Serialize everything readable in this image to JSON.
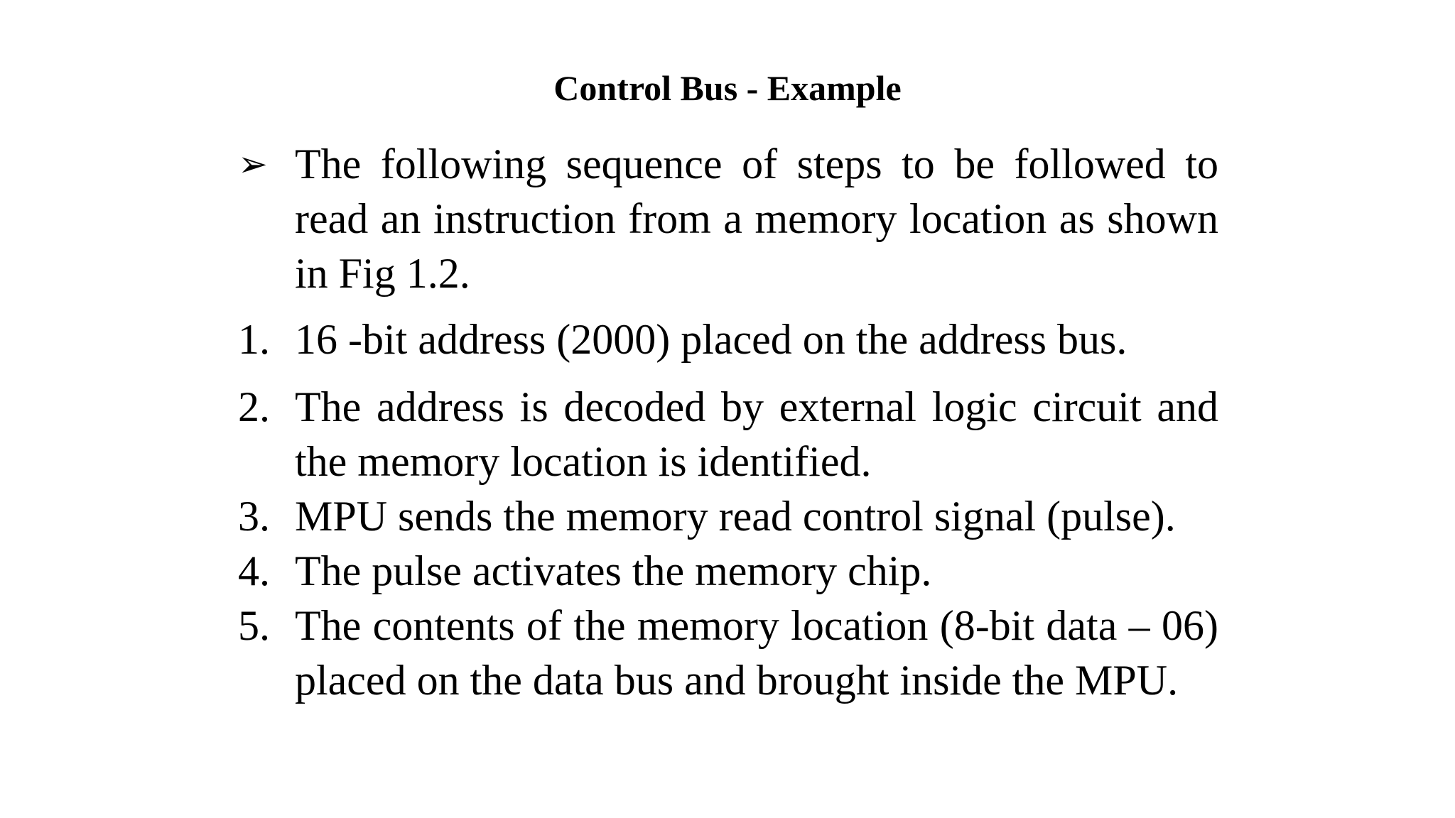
{
  "colors": {
    "background": "#ffffff",
    "text": "#000000"
  },
  "slide": {
    "title": "Control Bus - Example",
    "bullet": {
      "marker": "➢",
      "text": "The following sequence of steps to be followed to read an instruction from a memory location as shown in Fig 1.2."
    },
    "steps": [
      {
        "number": "1.",
        "text": "16 -bit address (2000) placed on the address bus."
      },
      {
        "number": "2.",
        "text": "The address is decoded by external logic circuit and the memory location is identified."
      },
      {
        "number": "3.",
        "text": "MPU sends the memory read control signal (pulse)."
      },
      {
        "number": "4.",
        "text": "The pulse activates the memory chip."
      },
      {
        "number": "5.",
        "text": "The contents of the memory location (8-bit data – 06) placed on the data bus and brought inside the MPU."
      }
    ]
  }
}
